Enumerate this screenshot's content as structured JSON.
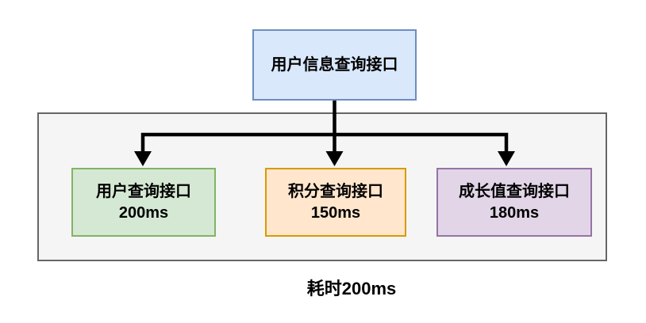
{
  "diagram": {
    "root": {
      "label": "用户信息查询接口",
      "fill": "#dae8fc",
      "stroke": "#6c8ebf"
    },
    "children": [
      {
        "label": "用户查询接口",
        "time": "200ms",
        "fill": "#d5e8d4",
        "stroke": "#82b366"
      },
      {
        "label": "积分查询接口",
        "time": "150ms",
        "fill": "#ffe6cc",
        "stroke": "#d79b00"
      },
      {
        "label": "成长值查询接口",
        "time": "180ms",
        "fill": "#e1d5e7",
        "stroke": "#9673a6"
      }
    ],
    "group": {
      "fill": "#f5f5f5",
      "stroke": "#666666"
    },
    "caption": "耗时200ms",
    "connector_color": "#000000",
    "background_color": "#ffffff"
  }
}
